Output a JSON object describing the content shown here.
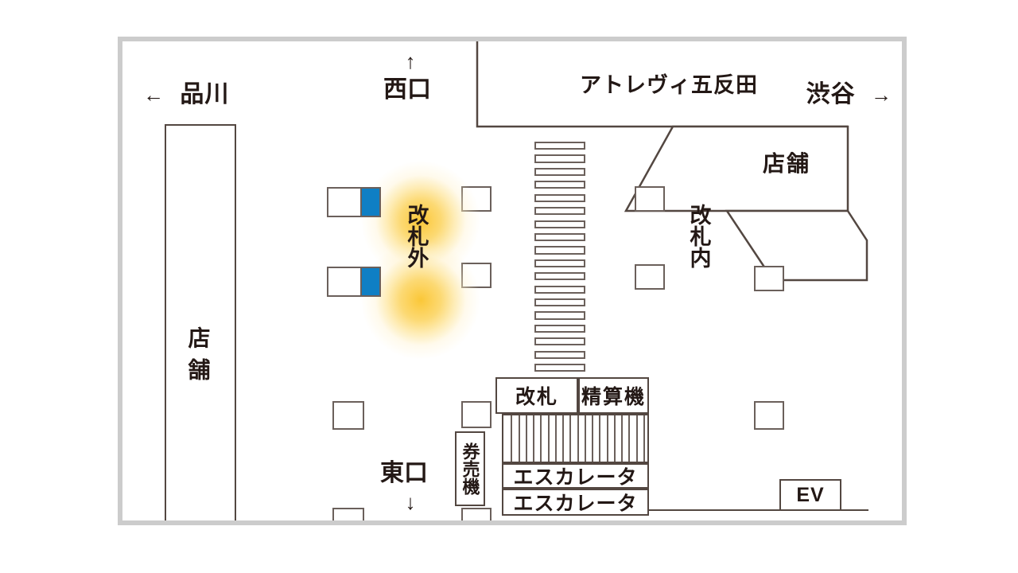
{
  "map": {
    "title_hidden": "",
    "directions": {
      "left": {
        "arrow": "←",
        "label": "品川"
      },
      "right": {
        "label": "渋谷",
        "arrow": "→"
      }
    },
    "exits": [
      {
        "name": "west-exit",
        "label": "西口",
        "arrow": "↑"
      },
      {
        "name": "east-exit",
        "label": "東口",
        "arrow": "↓"
      }
    ],
    "building_label": "アトレヴィ五反田",
    "areas": {
      "outside_gate": "改札外",
      "inside_gate": "改札内"
    },
    "shops": [
      {
        "name": "shop-left",
        "label": "店舗",
        "orientation": "vertical"
      },
      {
        "name": "shop-right",
        "label": "店舗",
        "orientation": "horizontal"
      }
    ],
    "facilities": {
      "ticket_gate": "改札",
      "fare_adjustment": "精算機",
      "ticket_vending": "券売機",
      "escalator_upper": "エスカレータ",
      "escalator_lower": "エスカレータ",
      "elevator": "EV"
    },
    "highlighted": [
      {
        "name": "highlight-gate-upper",
        "kind": "ticket-gate-machine"
      },
      {
        "name": "highlight-gate-lower",
        "kind": "ticket-gate-machine"
      }
    ],
    "stairs": {
      "name": "stairs",
      "steps": 19
    },
    "escalator_comb": {
      "teeth": 19
    },
    "pillars_count": 9,
    "colors": {
      "frame": "#cccccc",
      "ink": "#534741",
      "pillar": "#6b605b",
      "highlight_blue": "#0f7fc4",
      "glow_yellow": "#fac42d",
      "background": "#ffffff",
      "text": "#231815"
    }
  }
}
